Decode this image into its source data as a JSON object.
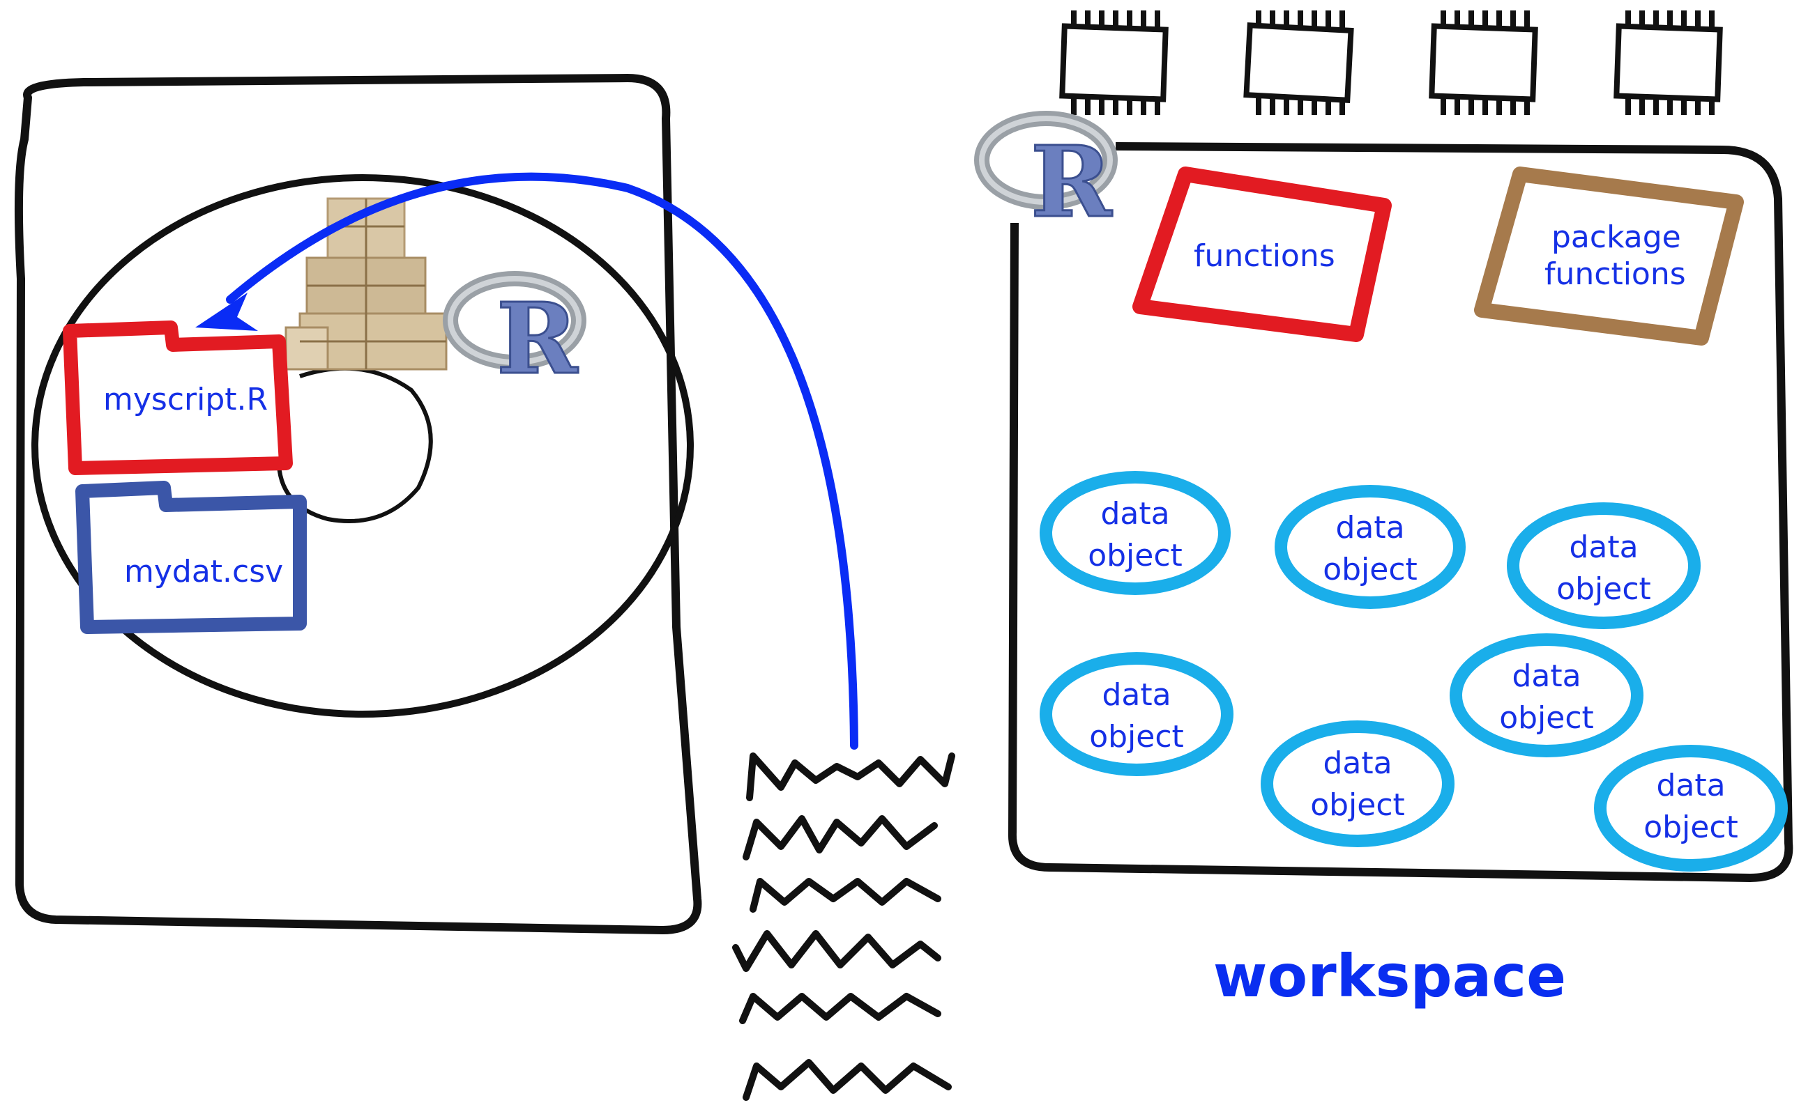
{
  "disk": {
    "files": [
      {
        "name": "myscript.R",
        "color": "#e21b22"
      },
      {
        "name": "mydat.csv",
        "color": "#3b56a8"
      }
    ]
  },
  "workspace": {
    "title": "workspace",
    "functions_label": "functions",
    "functions_color": "#e21b22",
    "package_functions_line1": "package",
    "package_functions_line2": "functions",
    "package_color": "#a67a4c",
    "data_objects": [
      {
        "line1": "data",
        "line2": "object"
      },
      {
        "line1": "data",
        "line2": "object"
      },
      {
        "line1": "data",
        "line2": "object"
      },
      {
        "line1": "data",
        "line2": "object"
      },
      {
        "line1": "data",
        "line2": "object"
      },
      {
        "line1": "data",
        "line2": "object"
      },
      {
        "line1": "data",
        "line2": "object"
      }
    ],
    "data_object_color": "#1aaeea"
  },
  "arrow_color": "#0a2cf5",
  "icons": [
    "hard-disk-icon",
    "packages-boxes-icon",
    "r-logo-icon",
    "memory-chip-icon",
    "scribble-text-icon"
  ]
}
